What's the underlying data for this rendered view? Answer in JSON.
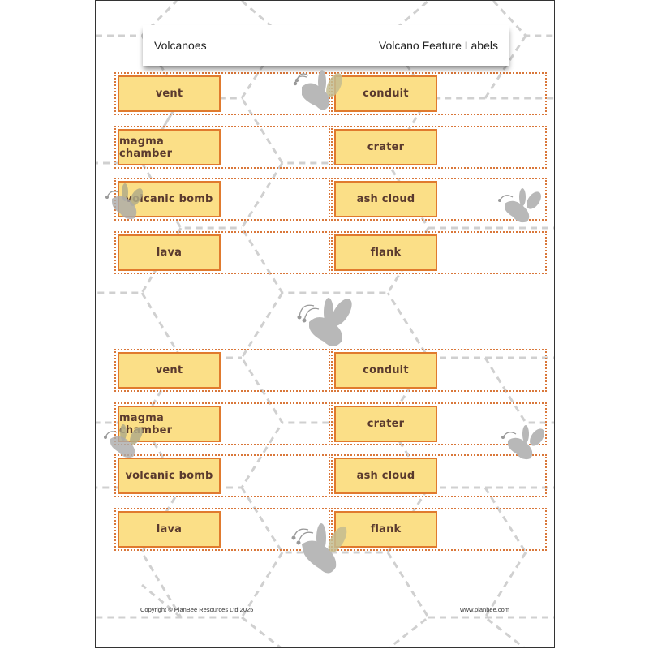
{
  "header": {
    "topic": "Volcanoes",
    "title": "Volcano Feature Labels"
  },
  "sections": [
    {
      "rows": [
        {
          "left": "vent",
          "right": "conduit"
        },
        {
          "left": "magma chamber",
          "right": "crater"
        },
        {
          "left": "volcanic bomb",
          "right": "ash cloud"
        },
        {
          "left": "lava",
          "right": "flank"
        }
      ]
    },
    {
      "rows": [
        {
          "left": "vent",
          "right": "conduit"
        },
        {
          "left": "magma chamber",
          "right": "crater"
        },
        {
          "left": "volcanic bomb",
          "right": "ash cloud"
        },
        {
          "left": "lava",
          "right": "flank"
        }
      ]
    }
  ],
  "footer": {
    "copyright": "Copyright © PlanBee Resources Ltd 2025",
    "website": "www.planbee.com"
  },
  "colors": {
    "label_fill": "#fbdf87",
    "label_border": "#e07a2e",
    "card_dotted_border": "#d9773a",
    "label_text": "#5a3a2e",
    "bee_gray": "#b8b8b8",
    "hex_dash": "#d0d0d0"
  },
  "decorations": [
    "bee-icon",
    "hexagon-grid-background"
  ]
}
